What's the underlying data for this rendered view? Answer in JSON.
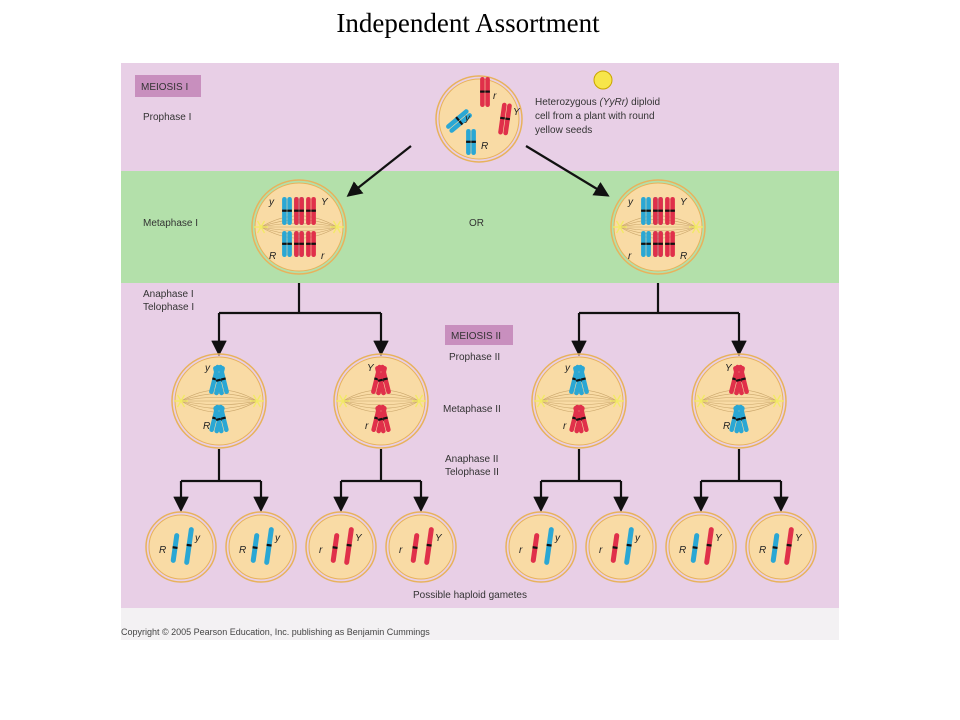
{
  "title": "Independent Assortment",
  "labels": {
    "meiosis_i": "MEIOSIS I",
    "prophase_i": "Prophase I",
    "metaphase_i": "Metaphase I",
    "or": "OR",
    "anaphase_i": "Anaphase I",
    "telophase_i": "Telophase I",
    "meiosis_ii": "MEIOSIS II",
    "prophase_ii": "Prophase II",
    "metaphase_ii": "Metaphase II",
    "anaphase_ii": "Anaphase II",
    "telophase_ii": "Telophase II",
    "gametes": "Possible haploid gametes",
    "copyright": "Copyright © 2005 Pearson Education, Inc. publishing as Benjamin Cummings"
  },
  "parent_note": {
    "line1_pre": "Heterozygous ",
    "line1_italic": "(YyRr)",
    "line1_post": " diploid",
    "line2": "cell from a plant with round",
    "line3": "yellow seeds"
  },
  "alleles": {
    "Y": "Y",
    "y": "y",
    "R": "R",
    "r": "r"
  },
  "colors": {
    "meiosis_i_band": "#e8cfe6",
    "metaphase_band": "#b3e0aa",
    "meiosis_ii_band": "#e8cfe6",
    "tag_box": "#c88fbe",
    "cell_fill": "#f9dba5",
    "cell_border": "#e8b25c",
    "blue_chromosome": "#2aa7d4",
    "red_chromosome": "#e0304a",
    "seed": "#f7e64a"
  }
}
